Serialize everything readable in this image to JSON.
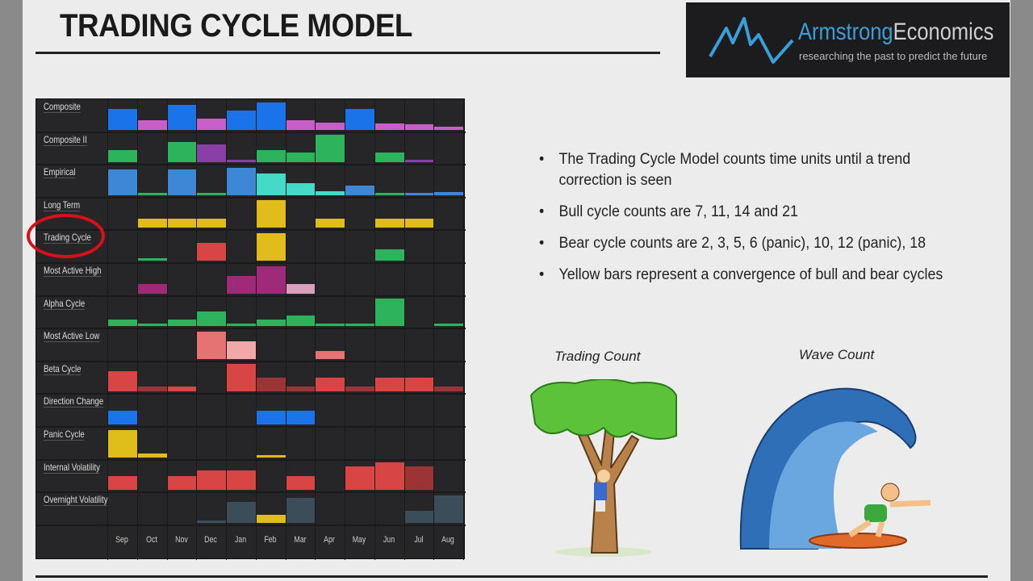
{
  "title": "TRADING CYCLE MODEL",
  "logo": {
    "brand_part1": "Armstrong",
    "brand_part2": "Economics",
    "tagline": "researching the past to predict the future"
  },
  "bullets": [
    "The Trading Cycle Model counts time units until a trend correction is seen",
    "Bull cycle counts are 7, 11, 14 and 21",
    "Bear cycle counts are 2, 3, 5, 6 (panic), 10, 12 (panic), 18",
    "Yellow bars represent a convergence of bull and bear cycles"
  ],
  "illustrations": {
    "trading_caption": "Trading Count",
    "wave_caption": "Wave Count"
  },
  "chart_data": {
    "type": "bar",
    "months": [
      "Sep",
      "Oct",
      "Nov",
      "Dec",
      "Jan",
      "Feb",
      "Mar",
      "Apr",
      "May",
      "Jun",
      "Jul",
      "Aug"
    ],
    "highlighted_row": "Trading Cycle",
    "rows": [
      {
        "name": "Composite",
        "values": [
          0.75,
          0.35,
          0.9,
          0.4,
          0.7,
          1.0,
          0.35,
          0.25,
          0.75,
          0.22,
          0.18,
          0.12
        ],
        "colors": [
          "#1a73e8",
          "#c85ec8",
          "#1a73e8",
          "#c85ec8",
          "#1a73e8",
          "#1a73e8",
          "#c85ec8",
          "#c85ec8",
          "#1a73e8",
          "#c85ec8",
          "#c85ec8",
          "#c85ec8"
        ]
      },
      {
        "name": "Composite II",
        "values": [
          0.45,
          0,
          0.75,
          0.65,
          0.1,
          0.45,
          0.35,
          1.0,
          0,
          0.35,
          0.1,
          0
        ],
        "colors": [
          "#2db35b",
          "",
          "#2db35b",
          "#8a3fa8",
          "#8a3fa8",
          "#2db35b",
          "#2db35b",
          "#2db35b",
          "",
          "#2db35b",
          "#8a3fa8",
          ""
        ],
        "shift": [
          0,
          0,
          0,
          0,
          0,
          0,
          0,
          0,
          0,
          0,
          0,
          0
        ]
      },
      {
        "name": "Empirical",
        "values": [
          0.95,
          0.05,
          0.95,
          0.05,
          1.0,
          0.8,
          0.45,
          0.15,
          0.35,
          0.05,
          0.05,
          0.12
        ],
        "colors": [
          "#3e86d6",
          "#2db35b",
          "#3e86d6",
          "#2db35b",
          "#3e86d6",
          "#45d9c8",
          "#45d9c8",
          "#45d9c8",
          "#3e86d6",
          "#2db35b",
          "#3e86d6",
          "#3e86d6"
        ]
      },
      {
        "name": "Long Term",
        "values": [
          0,
          0.35,
          0.35,
          0.35,
          0,
          1.0,
          0,
          0.35,
          0,
          0.35,
          0.35,
          0
        ],
        "colors": [
          "",
          "#e0bd1b",
          "#e0bd1b",
          "#e0bd1b",
          "",
          "#e0bd1b",
          "",
          "#e0bd1b",
          "",
          "#e0bd1b",
          "#e0bd1b",
          ""
        ]
      },
      {
        "name": "Trading Cycle",
        "values": [
          0,
          0.1,
          0,
          0.65,
          0,
          1.0,
          0,
          0,
          0,
          0.4,
          0,
          0
        ],
        "colors": [
          "",
          "#2db35b",
          "",
          "#d94444",
          "",
          "#e0bd1b",
          "",
          "",
          "",
          "#2db35b",
          "",
          ""
        ]
      },
      {
        "name": "Most Active High",
        "values": [
          0,
          0.35,
          0,
          0,
          0.65,
          1.0,
          0.35,
          0,
          0,
          0,
          0,
          0
        ],
        "colors": [
          "",
          "#a02a7a",
          "",
          "",
          "#a02a7a",
          "#a02a7a",
          "#d9a0be",
          "",
          "",
          "",
          "",
          ""
        ]
      },
      {
        "name": "Alpha Cycle",
        "values": [
          0.25,
          0.08,
          0.25,
          0.55,
          0.08,
          0.25,
          0.4,
          0.08,
          0.08,
          1.0,
          0,
          0.1
        ],
        "colors": [
          "#2db35b",
          "#2db35b",
          "#2db35b",
          "#2db35b",
          "#2db35b",
          "#2db35b",
          "#2db35b",
          "#2db35b",
          "#2db35b",
          "#2db35b",
          "",
          "#2db35b"
        ]
      },
      {
        "name": "Most Active Low",
        "values": [
          0,
          0,
          0,
          1.0,
          0.65,
          0,
          0,
          0.3,
          0,
          0,
          0,
          0
        ],
        "colors": [
          "",
          "",
          "",
          "#e57373",
          "#f0a8a8",
          "",
          "",
          "#e57373",
          "",
          "",
          "",
          ""
        ]
      },
      {
        "name": "Beta Cycle",
        "values": [
          0.75,
          0.2,
          0.2,
          0,
          1.0,
          0.5,
          0.2,
          0.5,
          0.2,
          0.5,
          0.5,
          0.2
        ],
        "colors": [
          "#d94444",
          "#9b3535",
          "#d94444",
          "",
          "#d94444",
          "#9b3535",
          "#9b3535",
          "#d94444",
          "#9b3535",
          "#d94444",
          "#d94444",
          "#9b3535"
        ]
      },
      {
        "name": "Direction Change",
        "values": [
          0.5,
          0,
          0,
          0,
          0,
          0.5,
          0.5,
          0,
          0,
          0,
          0,
          0
        ],
        "colors": [
          "#1a73e8",
          "",
          "",
          "",
          "",
          "#1a73e8",
          "#1a73e8",
          "",
          "",
          "",
          "",
          ""
        ]
      },
      {
        "name": "Panic Cycle",
        "values": [
          1.0,
          0.15,
          0,
          0,
          0,
          0.05,
          0,
          0,
          0,
          0,
          0,
          0
        ],
        "colors": [
          "#e0bd1b",
          "#e0bd1b",
          "",
          "",
          "",
          "#e0bd1b",
          "",
          "",
          "",
          "",
          "",
          ""
        ]
      },
      {
        "name": "Internal Volatility",
        "values": [
          0.5,
          0,
          0.5,
          0.7,
          0.7,
          0,
          0.5,
          0,
          0.85,
          1.0,
          0.85,
          0
        ],
        "colors": [
          "#d94444",
          "",
          "#d94444",
          "#d94444",
          "#d94444",
          "",
          "#d94444",
          "",
          "#d94444",
          "#d94444",
          "#9b3535",
          ""
        ]
      },
      {
        "name": "Overnight Volatility",
        "values": [
          0,
          0,
          0,
          0.08,
          0.75,
          0.3,
          0.9,
          0,
          0,
          0,
          0.45,
          1.0
        ],
        "colors": [
          "",
          "",
          "",
          "#3c4d5a",
          "#3c4d5a",
          "#e0bd1b",
          "#3c4d5a",
          "",
          "",
          "",
          "#3c4d5a",
          "#3c4d5a"
        ]
      }
    ]
  }
}
